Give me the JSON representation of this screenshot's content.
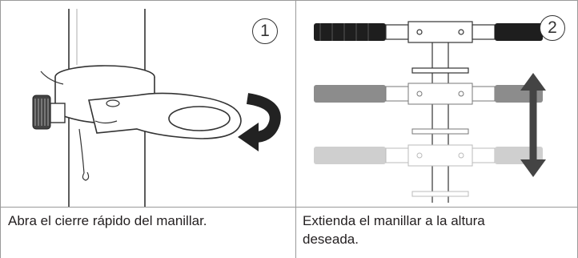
{
  "steps": [
    {
      "number": "1",
      "caption": "Abra el cierre rápido del manillar."
    },
    {
      "number": "2",
      "caption": "Extienda el manillar a la altura deseada."
    }
  ],
  "colors": {
    "border": "#9a9a9a",
    "ink": "#231f20",
    "grip_dark": "#1e1e1e"
  }
}
